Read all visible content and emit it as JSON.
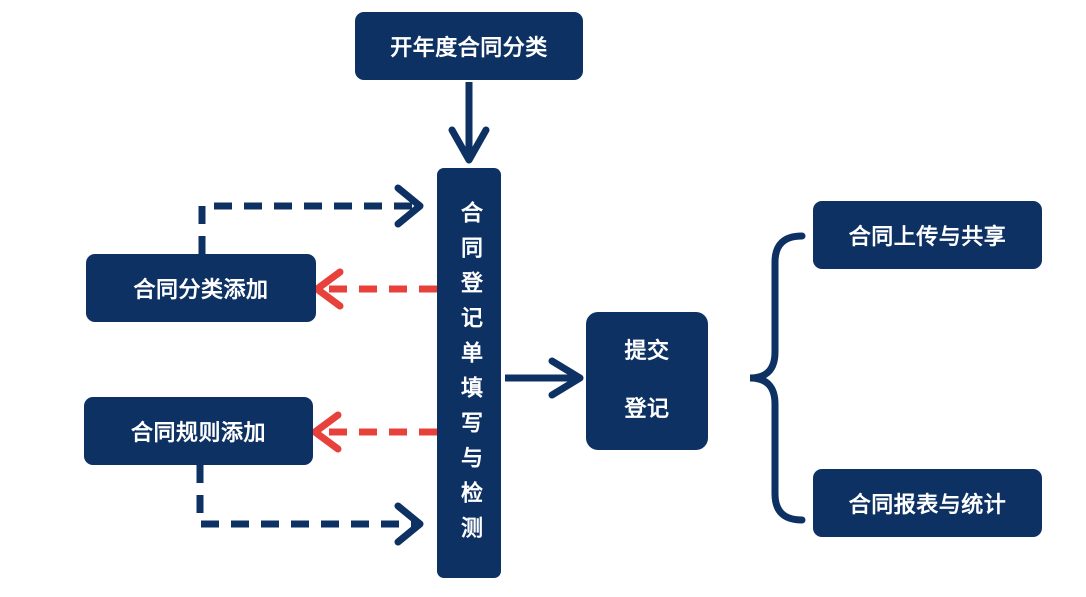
{
  "nodes": {
    "top": "开年度合同分类",
    "category_add": "合同分类添加",
    "rule_add": "合同规则添加",
    "register_form": "合同登记单填写与检测",
    "submit_line1": "提交",
    "submit_line2": "登记",
    "upload_share": "合同上传与共享",
    "report_stats": "合同报表与统计"
  },
  "colors": {
    "node_fill": "#0d3163",
    "node_text": "#ffffff",
    "connector": "#0d3163",
    "return_arrow": "#e8403a"
  }
}
